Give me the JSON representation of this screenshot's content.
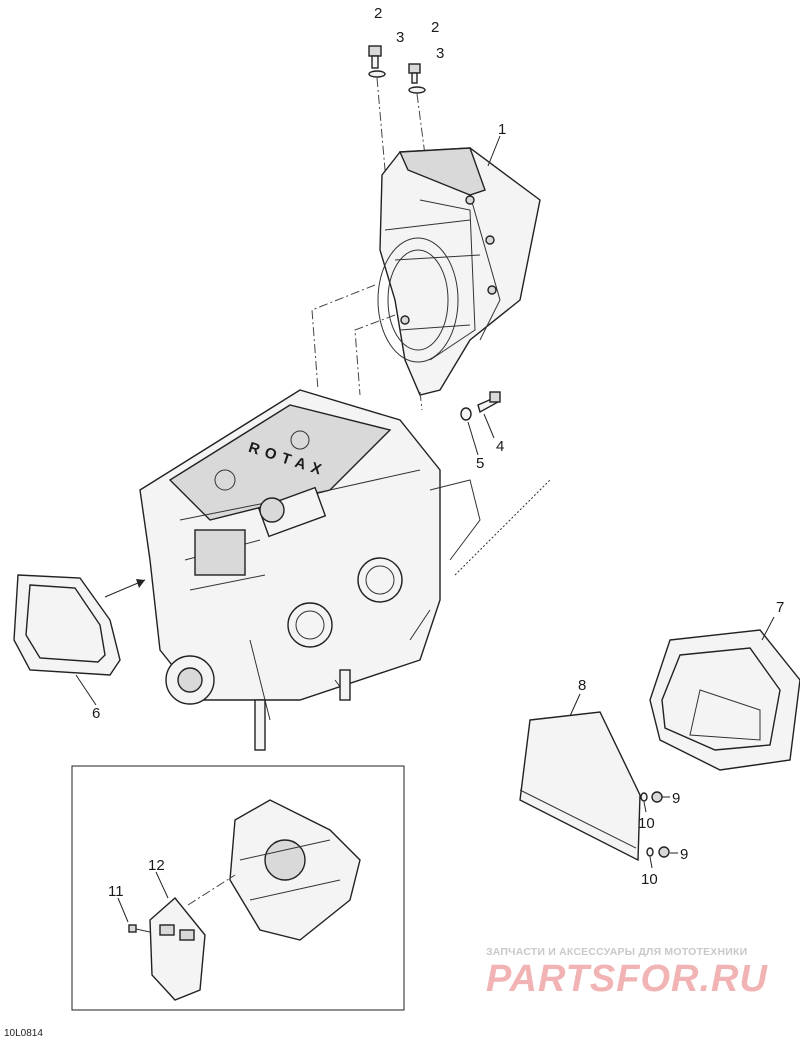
{
  "callouts": [
    {
      "id": "c2a",
      "label": "2"
    },
    {
      "id": "c3a",
      "label": "3"
    },
    {
      "id": "c2b",
      "label": "2"
    },
    {
      "id": "c3b",
      "label": "3"
    },
    {
      "id": "c1",
      "label": "1"
    },
    {
      "id": "c4",
      "label": "4"
    },
    {
      "id": "c5",
      "label": "5"
    },
    {
      "id": "c6",
      "label": "6"
    },
    {
      "id": "c7",
      "label": "7"
    },
    {
      "id": "c8",
      "label": "8"
    },
    {
      "id": "c9a",
      "label": "9"
    },
    {
      "id": "c10a",
      "label": "10"
    },
    {
      "id": "c9b",
      "label": "9"
    },
    {
      "id": "c10b",
      "label": "10"
    },
    {
      "id": "c11",
      "label": "11"
    },
    {
      "id": "c12",
      "label": "12"
    }
  ],
  "engine_logo_text": "ROTAX",
  "reference_code": "10L0814",
  "watermark": {
    "tagline": "ЗАПЧАСТИ И АКСЕССУАРЫ ДЛЯ МОТОТЕХНИКИ",
    "brand": "PARTSFOR.RU"
  }
}
